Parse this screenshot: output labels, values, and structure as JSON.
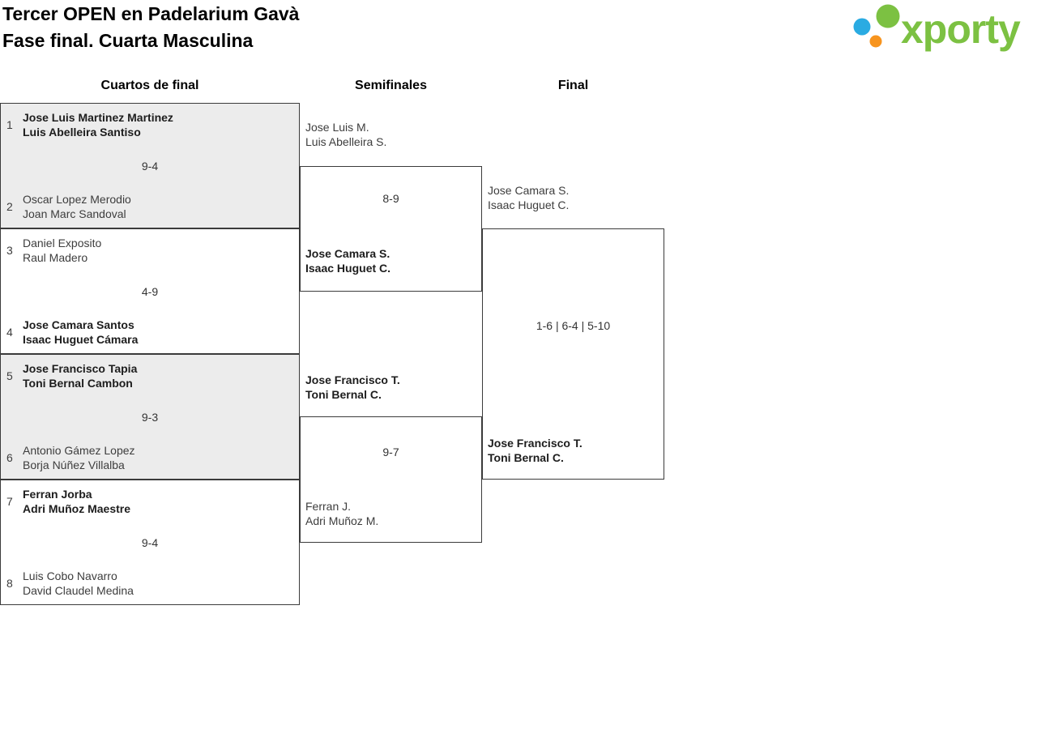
{
  "header": {
    "title_line1": "Tercer OPEN en Padelarium Gavà",
    "title_line2": "Fase final. Cuarta Masculina",
    "logo": {
      "text": "xporty"
    }
  },
  "rounds": [
    {
      "label": "Cuartos de final"
    },
    {
      "label": "Semifinales"
    },
    {
      "label": "Final"
    }
  ],
  "bracket": {
    "quarterfinals": [
      {
        "seed_top": "1",
        "top": {
          "line1": "Jose Luis Martinez Martinez",
          "line2": "Luis Abelleira Santiso",
          "winner": true
        },
        "score": "9-4",
        "seed_bottom": "2",
        "bottom": {
          "line1": "Oscar Lopez Merodio",
          "line2": "Joan Marc Sandoval",
          "winner": false
        }
      },
      {
        "seed_top": "3",
        "top": {
          "line1": "Daniel Exposito",
          "line2": "Raul Madero",
          "winner": false
        },
        "score": "4-9",
        "seed_bottom": "4",
        "bottom": {
          "line1": "Jose Camara Santos",
          "line2": "Isaac Huguet Cámara",
          "winner": true
        }
      },
      {
        "seed_top": "5",
        "top": {
          "line1": "Jose Francisco Tapia",
          "line2": "Toni Bernal Cambon",
          "winner": true
        },
        "score": "9-3",
        "seed_bottom": "6",
        "bottom": {
          "line1": "Antonio Gámez Lopez",
          "line2": "Borja Núñez Villalba",
          "winner": false
        }
      },
      {
        "seed_top": "7",
        "top": {
          "line1": "Ferran Jorba",
          "line2": "Adri Muñoz Maestre",
          "winner": true
        },
        "score": "9-4",
        "seed_bottom": "8",
        "bottom": {
          "line1": "Luis Cobo Navarro",
          "line2": "David Claudel Medina",
          "winner": false
        }
      }
    ],
    "semifinals": [
      {
        "top": {
          "line1": "Jose Luis M.",
          "line2": "Luis Abelleira S.",
          "winner": false
        },
        "score": "8-9",
        "bottom": {
          "line1": "Jose Camara S.",
          "line2": "Isaac Huguet C.",
          "winner": true
        }
      },
      {
        "top": {
          "line1": "Jose Francisco T.",
          "line2": "Toni Bernal C.",
          "winner": true
        },
        "score": "9-7",
        "bottom": {
          "line1": "Ferran J.",
          "line2": "Adri Muñoz M.",
          "winner": false
        }
      }
    ],
    "final": {
      "top": {
        "line1": "Jose Camara S.",
        "line2": "Isaac Huguet C.",
        "winner": false
      },
      "score": "1-6 | 6-4 | 5-10",
      "bottom": {
        "line1": "Jose Francisco T.",
        "line2": "Toni Bernal C.",
        "winner": true
      }
    }
  },
  "colors": {
    "accent_green": "#7cc142",
    "accent_blue": "#2aabe2",
    "accent_orange": "#f7941e",
    "box_shaded": "#ececec",
    "border": "#3b3b3b"
  }
}
